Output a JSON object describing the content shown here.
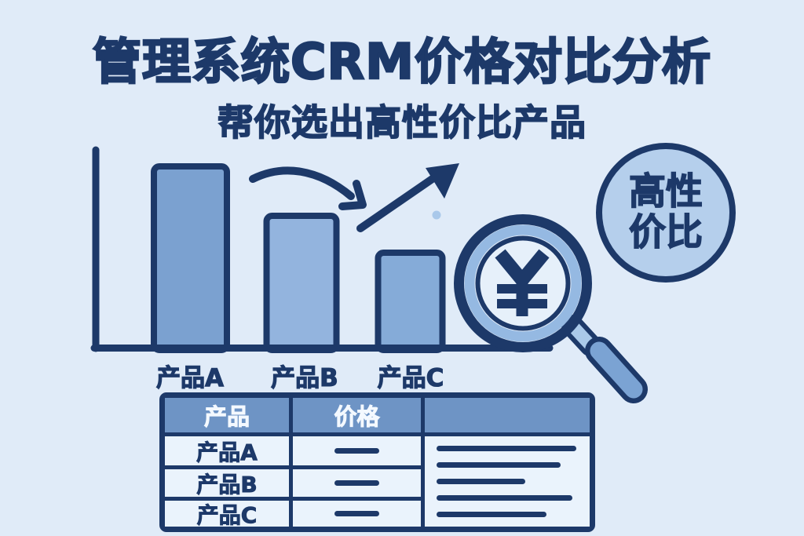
{
  "title": "管理系统CRM价格对比分析",
  "subtitle": "帮你选出高性价比产品",
  "chart_data": {
    "type": "bar",
    "categories": [
      "产品A",
      "产品B",
      "产品C"
    ],
    "values": [
      100,
      73,
      53
    ],
    "series": [
      {
        "name": "价格",
        "values": [
          100,
          73,
          53
        ]
      }
    ],
    "title": "管理系统CRM价格对比分析",
    "xlabel": "",
    "ylabel": "",
    "ylim": [
      0,
      110
    ],
    "value_scale": "relative, axis unlabeled",
    "grid": false,
    "legend": "none",
    "annotations": [
      "curved arrow from bar A to bar B",
      "rising trend arrow toward magnifier"
    ]
  },
  "badge": {
    "line1": "高性",
    "line2": "价比"
  },
  "magnifier": {
    "symbol": "¥"
  },
  "table": {
    "headers": [
      "产品",
      "价格",
      ""
    ],
    "products": [
      "产品A",
      "产品B",
      "产品C"
    ]
  },
  "colors": {
    "background": "#e0ebf8",
    "navy": "#1d3969",
    "bar_a": "#7ba1d0",
    "bar_b": "#93b4de",
    "bar_c": "#85abd8",
    "table_header": "#6e94c5",
    "table_cell": "#eaf3fc",
    "badge_fill": "#b5cfec",
    "lens_fill": "#e6f0fa",
    "glass_ring": "#95b9e2",
    "handle_fill": "#7ba3d3",
    "connector_fill": "#aac9e9"
  }
}
